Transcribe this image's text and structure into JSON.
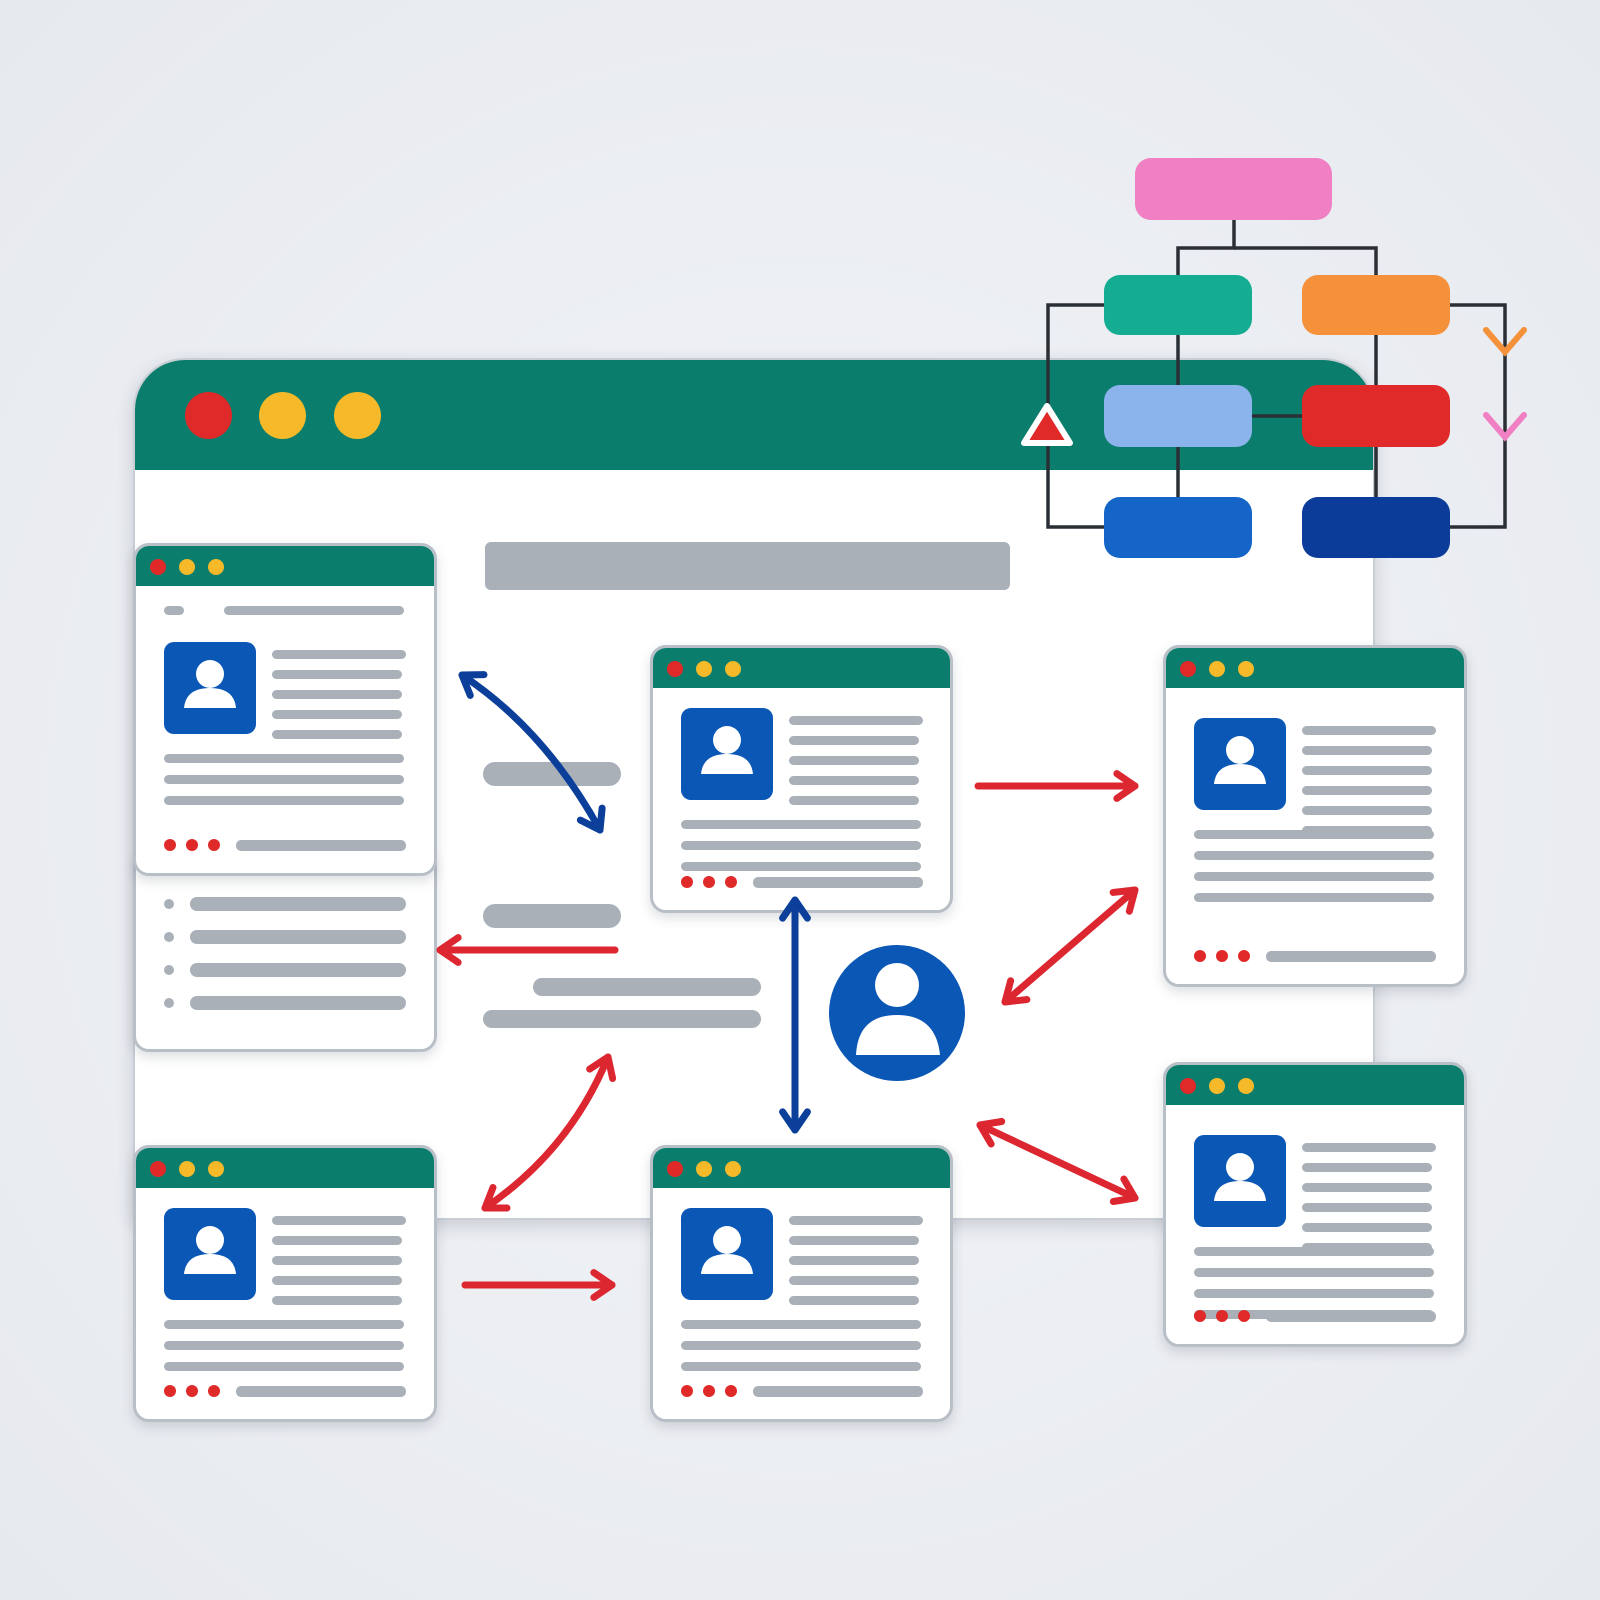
{
  "colors": {
    "background": "#e8ebef",
    "window_header": "#0b7d6c",
    "window_body": "#ffffff",
    "placeholder_bar": "#a9b0b8",
    "dot_red": "#e02a2a",
    "dot_yellow": "#f5b92a",
    "avatar_blue": "#0a57b5",
    "arrow_red": "#dc2630",
    "arrow_navy": "#0b3f9a",
    "connector": "#2a2f36"
  },
  "main_window": {
    "controls": [
      "close-dot",
      "minimize-dot",
      "maximize-dot"
    ]
  },
  "cards": [
    {
      "id": "profile-card-top-left",
      "has_avatar": true
    },
    {
      "id": "profile-card-center",
      "has_avatar": true
    },
    {
      "id": "profile-card-right-top",
      "has_avatar": true
    },
    {
      "id": "profile-card-right-bottom",
      "has_avatar": true
    },
    {
      "id": "profile-card-bottom-left",
      "has_avatar": true
    },
    {
      "id": "profile-card-bottom-center",
      "has_avatar": true
    }
  ],
  "list_panel": {
    "bullet_count": 4
  },
  "flowchart": {
    "nodes": [
      {
        "id": "root",
        "color": "#f07fc3"
      },
      {
        "id": "teal",
        "color": "#14ad92"
      },
      {
        "id": "orange",
        "color": "#f5913a"
      },
      {
        "id": "light-blue",
        "color": "#8cb4ec"
      },
      {
        "id": "red",
        "color": "#e02a2a"
      },
      {
        "id": "blue",
        "color": "#1565c8"
      },
      {
        "id": "navy",
        "color": "#0c3c9a"
      }
    ],
    "markers": [
      {
        "id": "warning-triangle",
        "icon": "warning-icon",
        "color": "#e02a2a"
      },
      {
        "id": "orange-chevron",
        "icon": "chevron-down-icon",
        "color": "#f5913a"
      },
      {
        "id": "pink-chevron",
        "icon": "chevron-down-icon",
        "color": "#f07fc3"
      }
    ]
  }
}
